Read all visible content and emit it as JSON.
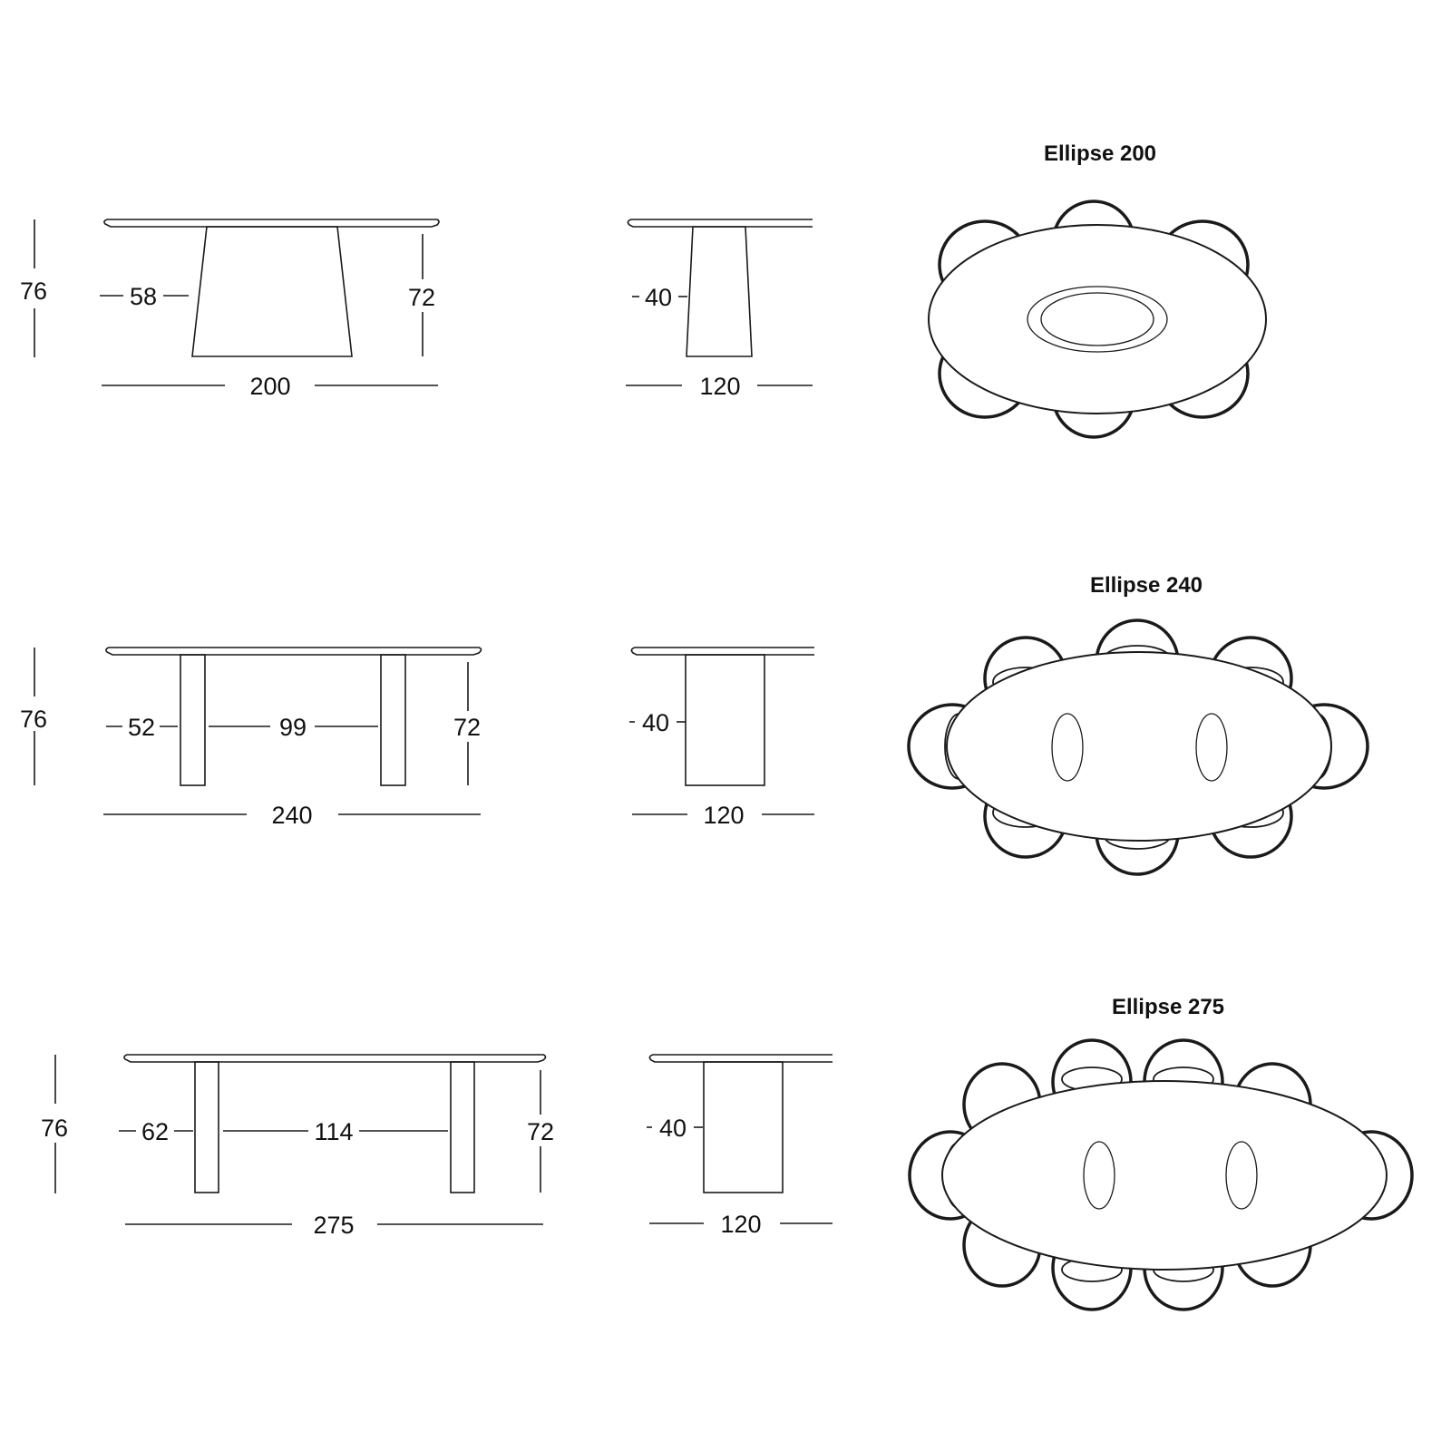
{
  "rows": [
    {
      "name": "Ellipse 200",
      "side": {
        "height_total": "76",
        "leg_width": "58",
        "leg_height": "72",
        "length": "200"
      },
      "end": {
        "leg_width": "40",
        "width": "120"
      },
      "plan": {
        "title": "Ellipse 200",
        "seats": 6
      }
    },
    {
      "name": "Ellipse 240",
      "side": {
        "height_total": "76",
        "leg_offset": "52",
        "leg_spacing": "99",
        "leg_height": "72",
        "length": "240"
      },
      "end": {
        "leg_width": "40",
        "width": "120"
      },
      "plan": {
        "title": "Ellipse 240",
        "seats": 8
      }
    },
    {
      "name": "Ellipse 275",
      "side": {
        "height_total": "76",
        "leg_offset": "62",
        "leg_spacing": "114",
        "leg_height": "72",
        "length": "275"
      },
      "end": {
        "leg_width": "40",
        "width": "120"
      },
      "plan": {
        "title": "Ellipse 275",
        "seats": 10
      }
    }
  ],
  "colors": {
    "line": "#1a1a1a",
    "background": "#ffffff"
  }
}
